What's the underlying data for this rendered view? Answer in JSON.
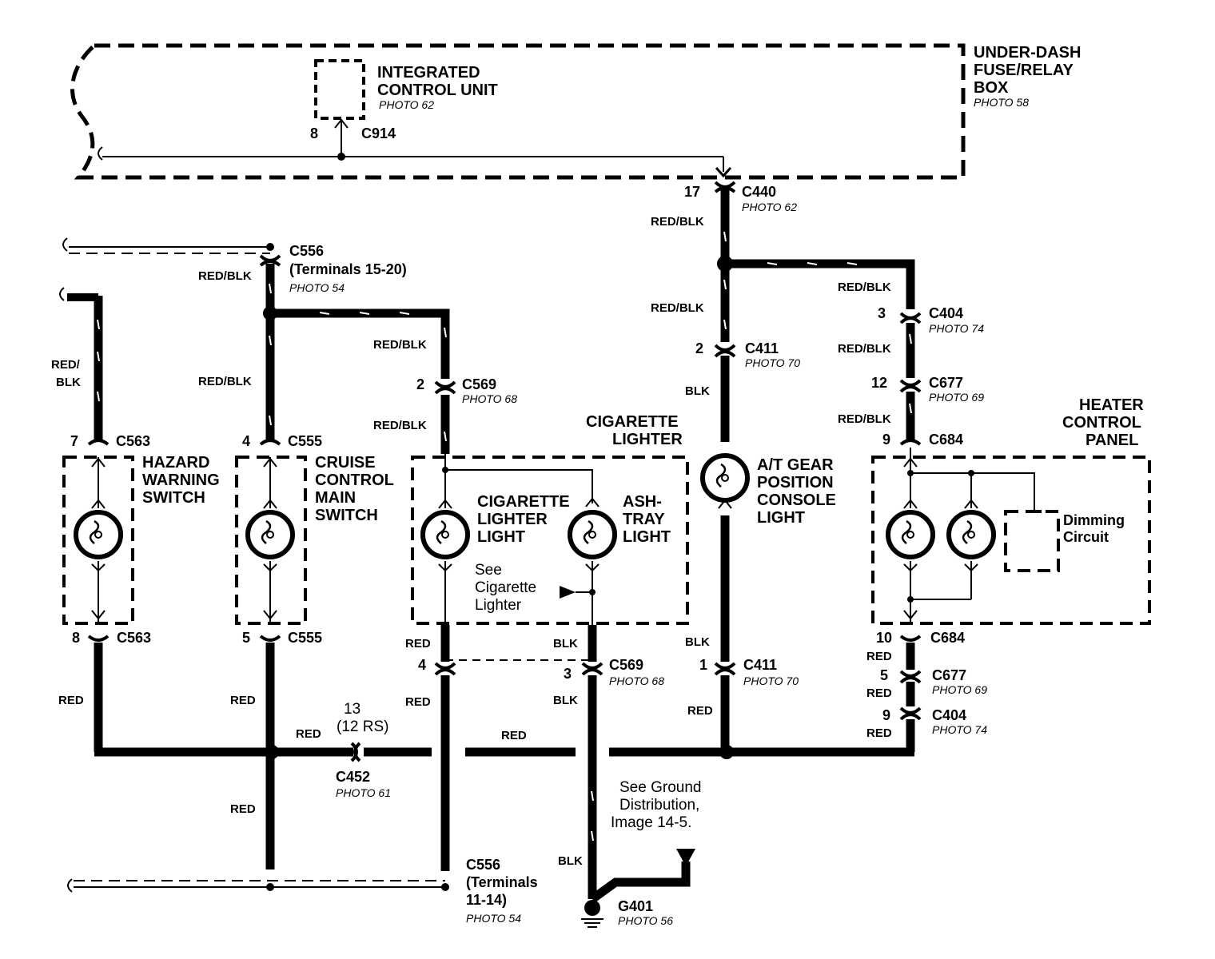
{
  "components": {
    "icu": {
      "line1": "INTEGRATED",
      "line2": "CONTROL UNIT",
      "photo": "PHOTO 62",
      "pin": "8",
      "connector": "C914"
    },
    "fuse_box": {
      "line1": "UNDER-DASH",
      "line2": "FUSE/RELAY",
      "line3": "BOX",
      "photo": "PHOTO 58"
    },
    "hazard": {
      "line1": "HAZARD",
      "line2": "WARNING",
      "line3": "SWITCH"
    },
    "cruise": {
      "line1": "CRUISE",
      "line2": "CONTROL",
      "line3": "MAIN",
      "line4": "SWITCH"
    },
    "cig_box": {
      "line1": "CIGARETTE",
      "line2": "LIGHTER"
    },
    "cig_light": {
      "line1": "CIGARETTE",
      "line2": "LIGHTER",
      "line3": "LIGHT"
    },
    "ash_light": {
      "line1": "ASH-",
      "line2": "TRAY",
      "line3": "LIGHT"
    },
    "see_cig": {
      "line1": "See",
      "line2": "Cigarette",
      "line3": "Lighter"
    },
    "at_gear": {
      "line1": "A/T GEAR",
      "line2": "POSITION",
      "line3": "CONSOLE",
      "line4": "LIGHT"
    },
    "heater": {
      "line1": "HEATER",
      "line2": "CONTROL",
      "line3": "PANEL"
    },
    "dimming": {
      "line1": "Dimming",
      "line2": "Circuit"
    },
    "see_ground": {
      "line1": "See Ground",
      "line2": "Distribution,",
      "line3": "Image 14-5."
    }
  },
  "connectors": {
    "c440": {
      "pin": "17",
      "name": "C440",
      "photo": "PHOTO 62"
    },
    "c556_top": {
      "name": "C556",
      "terminals": "(Terminals 15-20)",
      "photo": "PHOTO 54"
    },
    "c569_top": {
      "pin": "2",
      "name": "C569",
      "photo": "PHOTO 68"
    },
    "c411_top": {
      "pin": "2",
      "name": "C411",
      "photo": "PHOTO 70"
    },
    "c404_top": {
      "pin": "3",
      "name": "C404",
      "photo": "PHOTO 74"
    },
    "c677_top": {
      "pin": "12",
      "name": "C677",
      "photo": "PHOTO 69"
    },
    "c684_top": {
      "pin": "9",
      "name": "C684"
    },
    "c563_top": {
      "pin": "7",
      "name": "C563"
    },
    "c555_top": {
      "pin": "4",
      "name": "C555"
    },
    "c563_bot": {
      "pin": "8",
      "name": "C563"
    },
    "c555_bot": {
      "pin": "5",
      "name": "C555"
    },
    "c569_bot_a": {
      "pin": "4"
    },
    "c569_bot_b": {
      "pin": "3",
      "name": "C569",
      "photo": "PHOTO 68"
    },
    "c411_bot": {
      "pin": "1",
      "name": "C411",
      "photo": "PHOTO 70"
    },
    "c684_bot": {
      "pin": "10",
      "name": "C684"
    },
    "c677_bot": {
      "pin": "5",
      "name": "C677",
      "photo": "PHOTO 69"
    },
    "c404_bot": {
      "pin": "9",
      "name": "C404",
      "photo": "PHOTO 74"
    },
    "c452": {
      "pin": "13",
      "note": "(12 RS)",
      "name": "C452",
      "photo": "PHOTO 61"
    },
    "c556_bot": {
      "name": "C556",
      "terminals1": "(Terminals",
      "terminals2": "11-14)",
      "photo": "PHOTO 54"
    },
    "g401": {
      "name": "G401",
      "photo": "PHOTO 56"
    }
  },
  "wires": {
    "red_blk": "RED/BLK",
    "red_slash": "RED/",
    "blk": "BLK",
    "red": "RED"
  }
}
